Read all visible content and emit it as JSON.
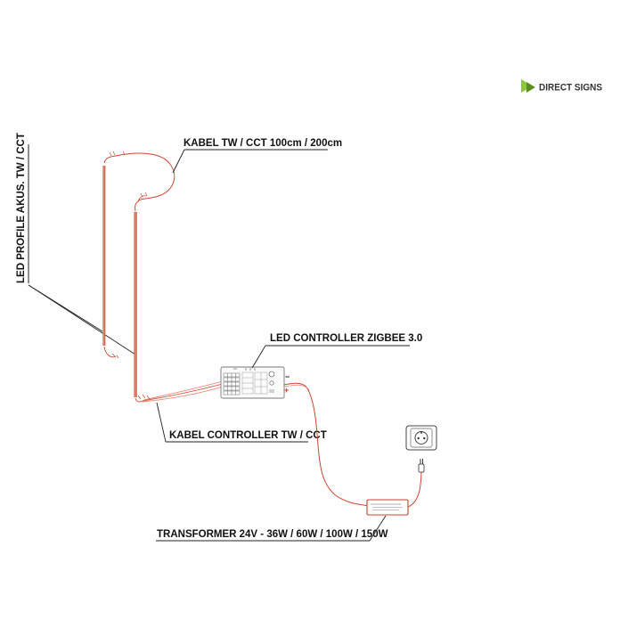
{
  "brand": {
    "name": "DIRECT SIGNS",
    "accent": "#8dc63f",
    "accent_dark": "#5a8f1e"
  },
  "colors": {
    "wire": "#d2452f",
    "wire_light": "#e8826f",
    "profile": "#c9442c",
    "line": "#222222"
  },
  "labels": {
    "led_profile": "LED PROFILE AKUS. TW / CCT",
    "cable": "KABEL TW / CCT 100cm / 200cm",
    "controller": "LED CONTROLLER ZIGBEE 3.0",
    "controller_cable": "KABEL CONTROLLER TW / CCT",
    "transformer": "TRANSFORMER 24V - 36W / 60W / 100W / 150W"
  },
  "device": {
    "minus_sign": "−",
    "plus_sign": "+"
  },
  "icons": [
    "logo-icon",
    "wall-socket-icon",
    "plug-icon"
  ]
}
